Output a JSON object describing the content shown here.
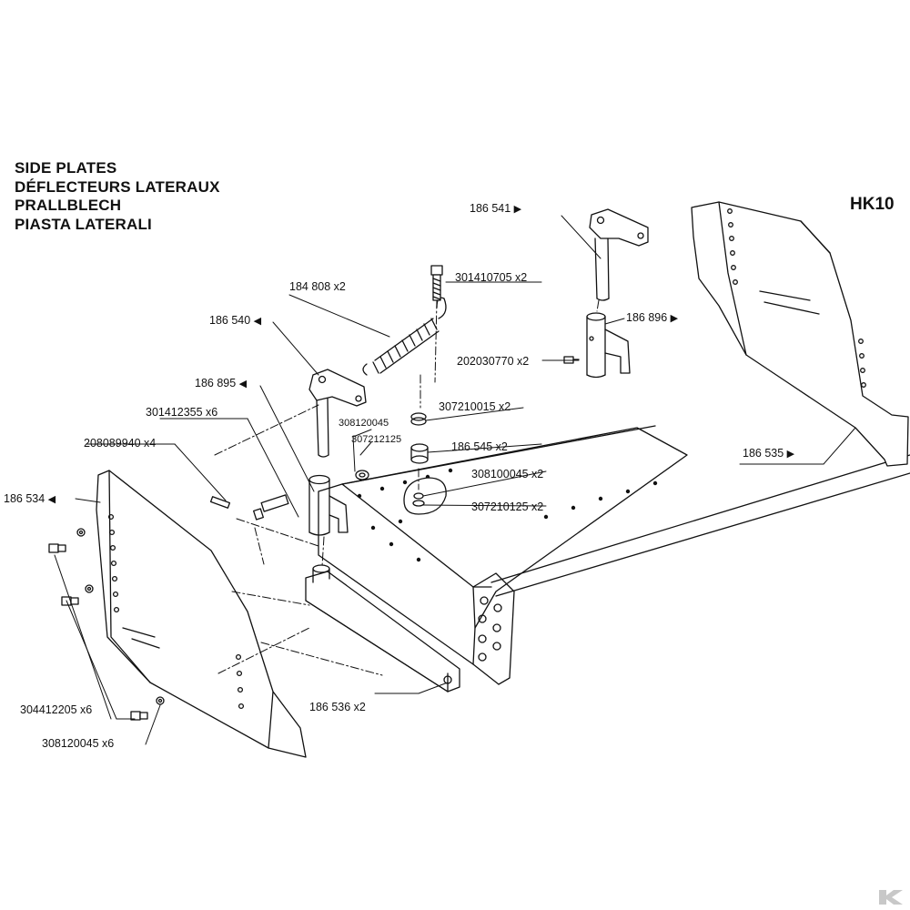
{
  "title": {
    "lines": [
      "SIDE PLATES",
      "DÉFLECTEURS LATERAUX",
      "PRALLBLECH",
      "PIASTA LATERALI"
    ]
  },
  "model": "HK10",
  "colors": {
    "ink": "#111111",
    "paper": "#ffffff",
    "brand_mark": "#c8c8c8"
  },
  "icons": {
    "direction_marker": "triangle-icon",
    "brand_mark": "brand-logo-icon"
  },
  "parts": [
    {
      "id": "p186541",
      "label": "186 541",
      "marker": "right"
    },
    {
      "id": "p301410705",
      "label": "301410705 x2",
      "marker": ""
    },
    {
      "id": "p184808",
      "label": "184 808 x2",
      "marker": ""
    },
    {
      "id": "p186540",
      "label": "186 540",
      "marker": "left"
    },
    {
      "id": "p186896",
      "label": "186 896",
      "marker": "right"
    },
    {
      "id": "p202030770",
      "label": "202030770 x2",
      "marker": ""
    },
    {
      "id": "p186895",
      "label": "186 895",
      "marker": "left"
    },
    {
      "id": "p301412355",
      "label": "301412355 x6",
      "marker": ""
    },
    {
      "id": "p308120045a",
      "label": "308120045",
      "marker": ""
    },
    {
      "id": "p307212125",
      "label": "307212125",
      "marker": ""
    },
    {
      "id": "p307210015",
      "label": "307210015 x2",
      "marker": ""
    },
    {
      "id": "p186545",
      "label": "186 545 x2",
      "marker": ""
    },
    {
      "id": "p208089940",
      "label": "208089940 x4",
      "marker": ""
    },
    {
      "id": "p308100045",
      "label": "308100045 x2",
      "marker": ""
    },
    {
      "id": "p307210125",
      "label": "307210125 x2",
      "marker": ""
    },
    {
      "id": "p186534",
      "label": "186 534",
      "marker": "left"
    },
    {
      "id": "p186535",
      "label": "186 535",
      "marker": "right"
    },
    {
      "id": "p304412205",
      "label": "304412205 x6",
      "marker": ""
    },
    {
      "id": "p186536",
      "label": "186 536 x2",
      "marker": ""
    },
    {
      "id": "p308120045b",
      "label": "308120045 x6",
      "marker": ""
    }
  ]
}
